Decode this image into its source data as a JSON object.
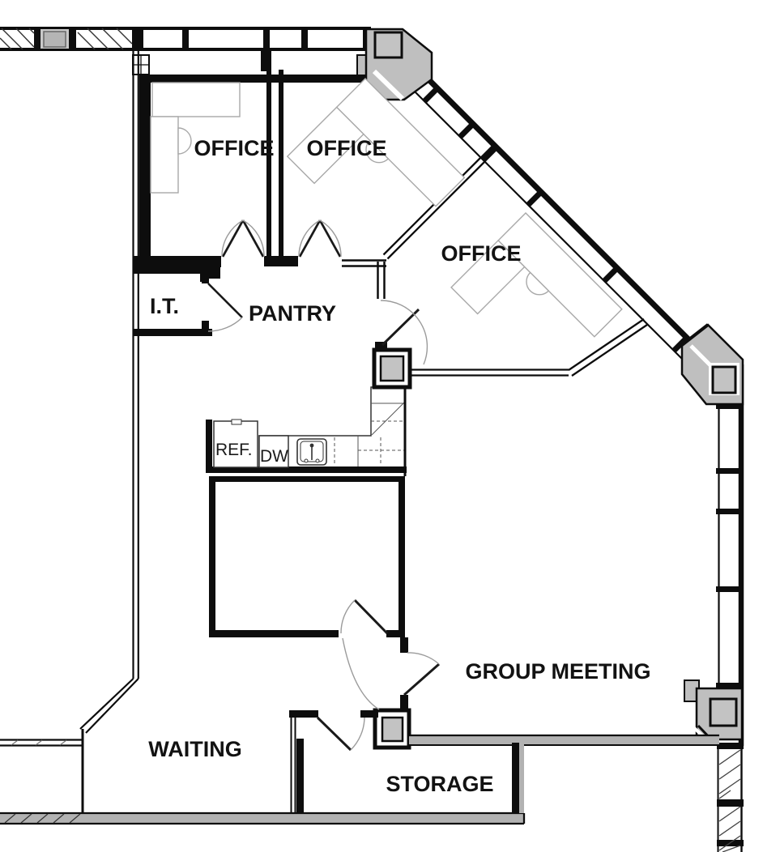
{
  "plan": {
    "title": "office-suite-floor-plan",
    "rooms": [
      {
        "id": "office-1",
        "label": "OFFICE"
      },
      {
        "id": "office-2",
        "label": "OFFICE"
      },
      {
        "id": "office-3",
        "label": "OFFICE"
      },
      {
        "id": "it-room",
        "label": "I.T."
      },
      {
        "id": "pantry",
        "label": "PANTRY"
      },
      {
        "id": "group-meeting",
        "label": "GROUP MEETING"
      },
      {
        "id": "waiting",
        "label": "WAITING"
      },
      {
        "id": "storage",
        "label": "STORAGE"
      }
    ],
    "fixtures": {
      "refrigerator": "REF.",
      "dishwasher": "DW"
    },
    "colors": {
      "walls": "#0d0d0d",
      "column_fill": "#c3c3c3",
      "corner_assembly_fill": "#bfbfbf",
      "floor_band": "#b2b2b2",
      "door_swing_arc": "#9b9b9b",
      "furniture_outline": "#a8a8a8",
      "background": "#ffffff"
    }
  }
}
